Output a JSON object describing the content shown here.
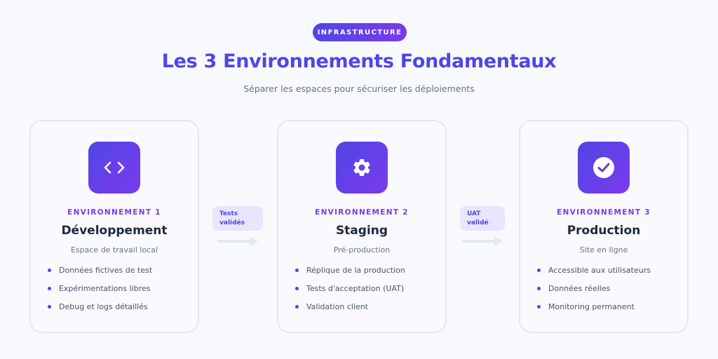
{
  "header": {
    "badge": "INFRASTRUCTURE",
    "title": "Les 3 Environnements Fondamentaux",
    "subtitle": "Séparer les espaces pour sécuriser les déploiements"
  },
  "colors": {
    "accent": "#4f46e5",
    "accent_secondary": "#7c3aed",
    "background": "#f8f9fd",
    "card_border": "#e3e8f1",
    "text_dark": "#1e293b",
    "text_muted": "#64748b",
    "flow_label_bg": "#e8e5fd"
  },
  "environments": [
    {
      "icon": "code-icon",
      "label": "ENVIRONNEMENT 1",
      "name": "Développement",
      "description": "Espace de travail local",
      "features": [
        "Données fictives de test",
        "Expérimentations libres",
        "Debug et logs détaillés"
      ]
    },
    {
      "icon": "gear-icon",
      "label": "ENVIRONNEMENT 2",
      "name": "Staging",
      "description": "Pré-production",
      "features": [
        "Réplique de la production",
        "Tests d'acceptation (UAT)",
        "Validation client"
      ]
    },
    {
      "icon": "check-circle-icon",
      "label": "ENVIRONNEMENT 3",
      "name": "Production",
      "description": "Site en ligne",
      "features": [
        "Accessible aux utilisateurs",
        "Données réelles",
        "Monitoring permanent"
      ]
    }
  ],
  "transitions": [
    {
      "line1": "Tests",
      "line2": "validés"
    },
    {
      "line1": "UAT",
      "line2": "validé"
    }
  ]
}
